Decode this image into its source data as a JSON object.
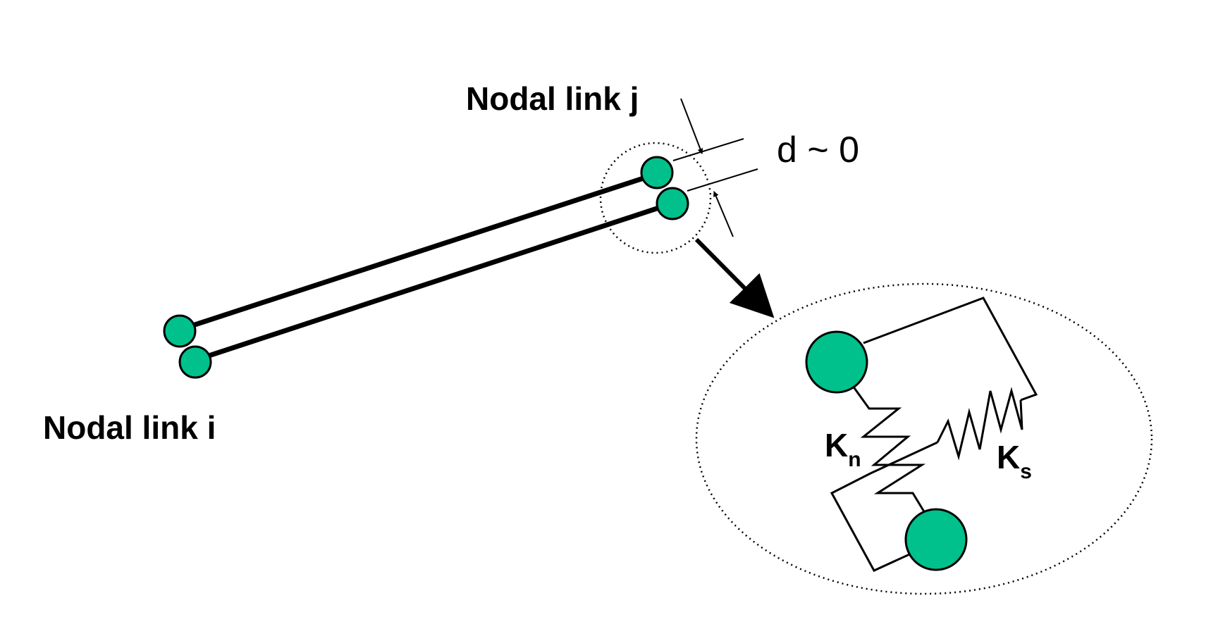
{
  "labels": {
    "nodal_link_j": "Nodal link j",
    "nodal_link_i": "Nodal link i",
    "distance": "d ~ 0",
    "kn_main": "K",
    "kn_sub": "n",
    "ks_main": "K",
    "ks_sub": "s"
  },
  "colors": {
    "node_fill": "#00C08B",
    "stroke": "#000000",
    "background": "#FFFFFF"
  }
}
